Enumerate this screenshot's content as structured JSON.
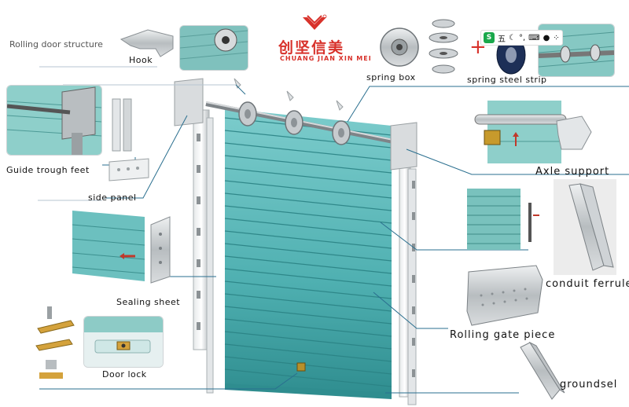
{
  "title": "Rolling door structure",
  "brand": {
    "cn": "创坚信美",
    "en": "CHUANG JIAN XIN MEI",
    "logo_color": "#d8322b"
  },
  "labels": {
    "hook": "Hook",
    "spring_box": "spring box",
    "spring_steel_strip": "spring steel strip",
    "guide_trough_feet": "Guide trough feet",
    "side_panel": "side panel",
    "axle_support": "Axle support",
    "sealing_sheet": "Sealing sheet",
    "conduit_ferrule": "conduit ferrule",
    "rolling_gate_piece": "Rolling gate piece",
    "door_lock": "Door lock",
    "groundsel": "groundsel"
  },
  "toolbar": {
    "ime_char": "五",
    "items": [
      "s-logo",
      "ime-char",
      "moon-icon",
      "punct-icon",
      "keyboard-icon",
      "user-icon",
      "grid-icon"
    ]
  },
  "colors": {
    "slat": "#5fb9b9",
    "slat_dark": "#3f9a9c",
    "metal": "#c9cdd0",
    "line": "#2a6f8f"
  }
}
